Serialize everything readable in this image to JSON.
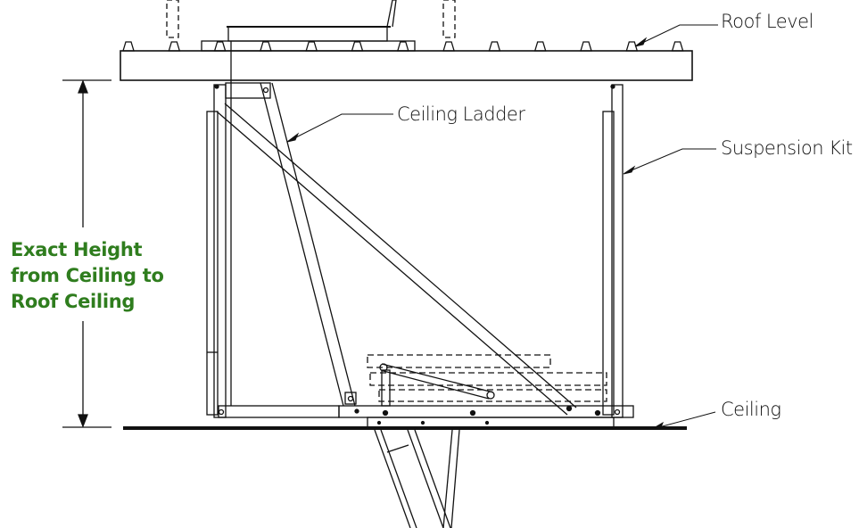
{
  "labels": {
    "roof_level": "Roof Level",
    "ceiling_ladder": "Ceiling Ladder",
    "suspension_kit": "Suspension Kit",
    "ceiling": "Ceiling"
  },
  "dimension": {
    "lines": [
      "Exact Height",
      "from Ceiling to",
      "Roof Ceiling"
    ]
  },
  "colors": {
    "dimension_text": "#2f7d1e",
    "lines": "#111111"
  }
}
